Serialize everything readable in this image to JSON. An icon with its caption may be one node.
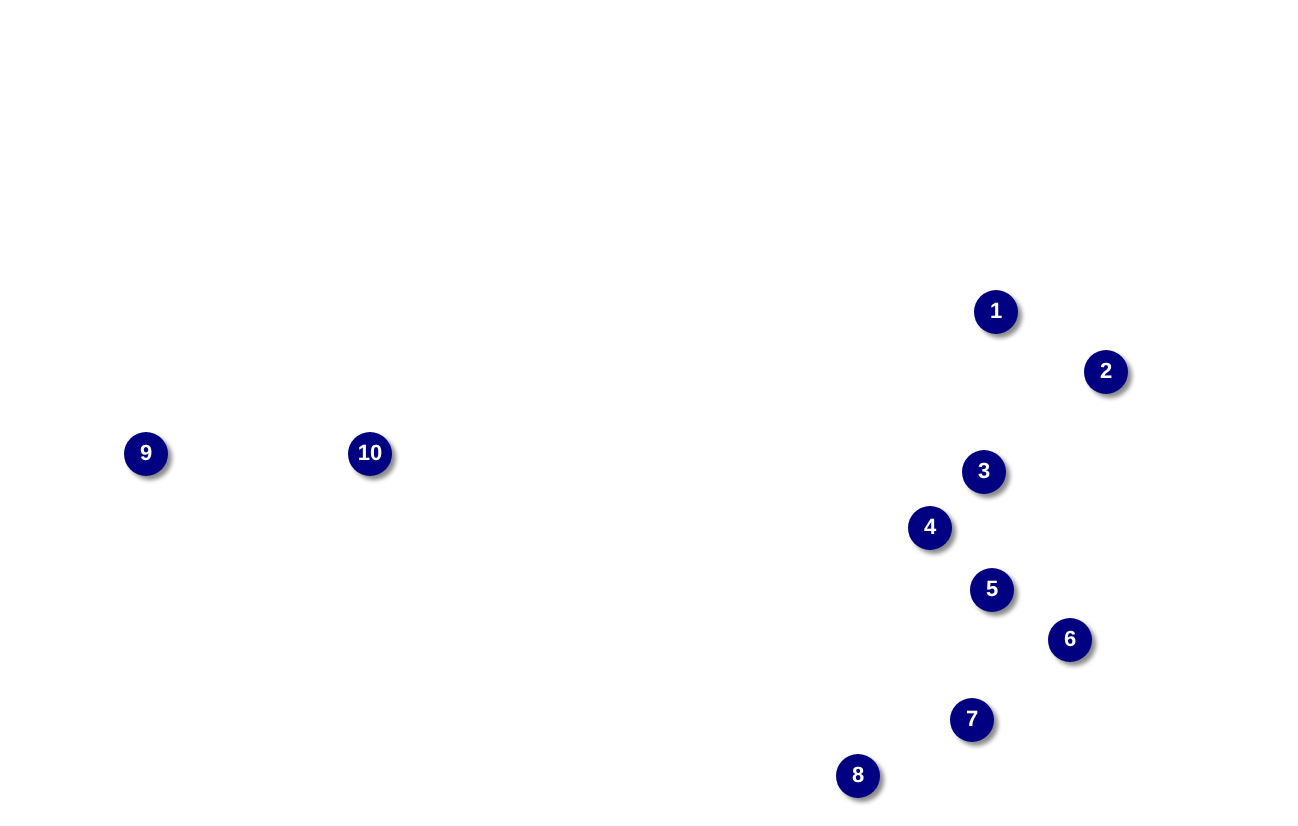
{
  "diagram": {
    "labels": [
      "1",
      "2",
      "3",
      "4",
      "5",
      "6",
      "7",
      "8",
      "9",
      "10"
    ]
  }
}
